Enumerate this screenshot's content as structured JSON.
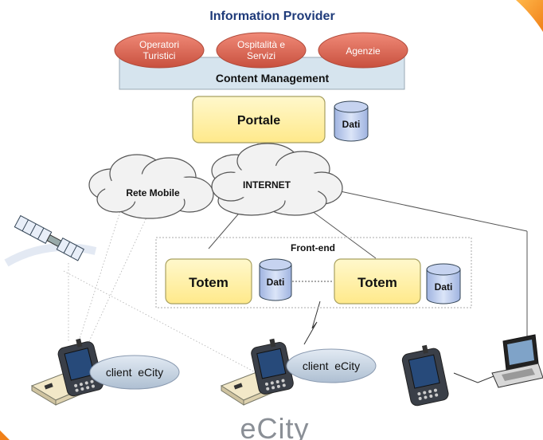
{
  "header": {
    "title": "Information Provider"
  },
  "providers": [
    {
      "label": "Operatori Turistici",
      "lines": [
        "Operatori",
        "Turistici"
      ]
    },
    {
      "label": "Ospitalità e Servizi",
      "lines": [
        "Ospitalità e",
        "Servizi"
      ]
    },
    {
      "label": "Agenzie",
      "lines": [
        "Agenzie"
      ]
    }
  ],
  "content_management": {
    "label": "Content Management"
  },
  "portal": {
    "label": "Portale",
    "db_label": "Dati"
  },
  "network": {
    "mobile": "Rete Mobile",
    "internet": "INTERNET"
  },
  "frontend": {
    "label": "Front-end",
    "totems": [
      {
        "label": "Totem",
        "db_label": "Dati"
      },
      {
        "label": "Totem",
        "db_label": "Dati"
      }
    ]
  },
  "clients": [
    {
      "label": "client  eCity"
    },
    {
      "label": "client  eCity"
    }
  ],
  "brand": {
    "logo_text": "eCity"
  },
  "colors": {
    "title": "#1f3b7a",
    "provider_fill": "#e07060",
    "content_mgmt_fill": "#d6e4ee",
    "box_fill": "#fff2a8",
    "db_fill": "#c8d6f2",
    "cloud_fill": "#f2f2f2",
    "client_oval": "#c6d3e2",
    "logo": "#8a8f96",
    "accent_orange": "#f39a2a"
  },
  "icons": [
    "satellite-icon",
    "pda-phone-icon",
    "modem-icon",
    "laptop-icon",
    "database-icon",
    "cloud-icon"
  ]
}
